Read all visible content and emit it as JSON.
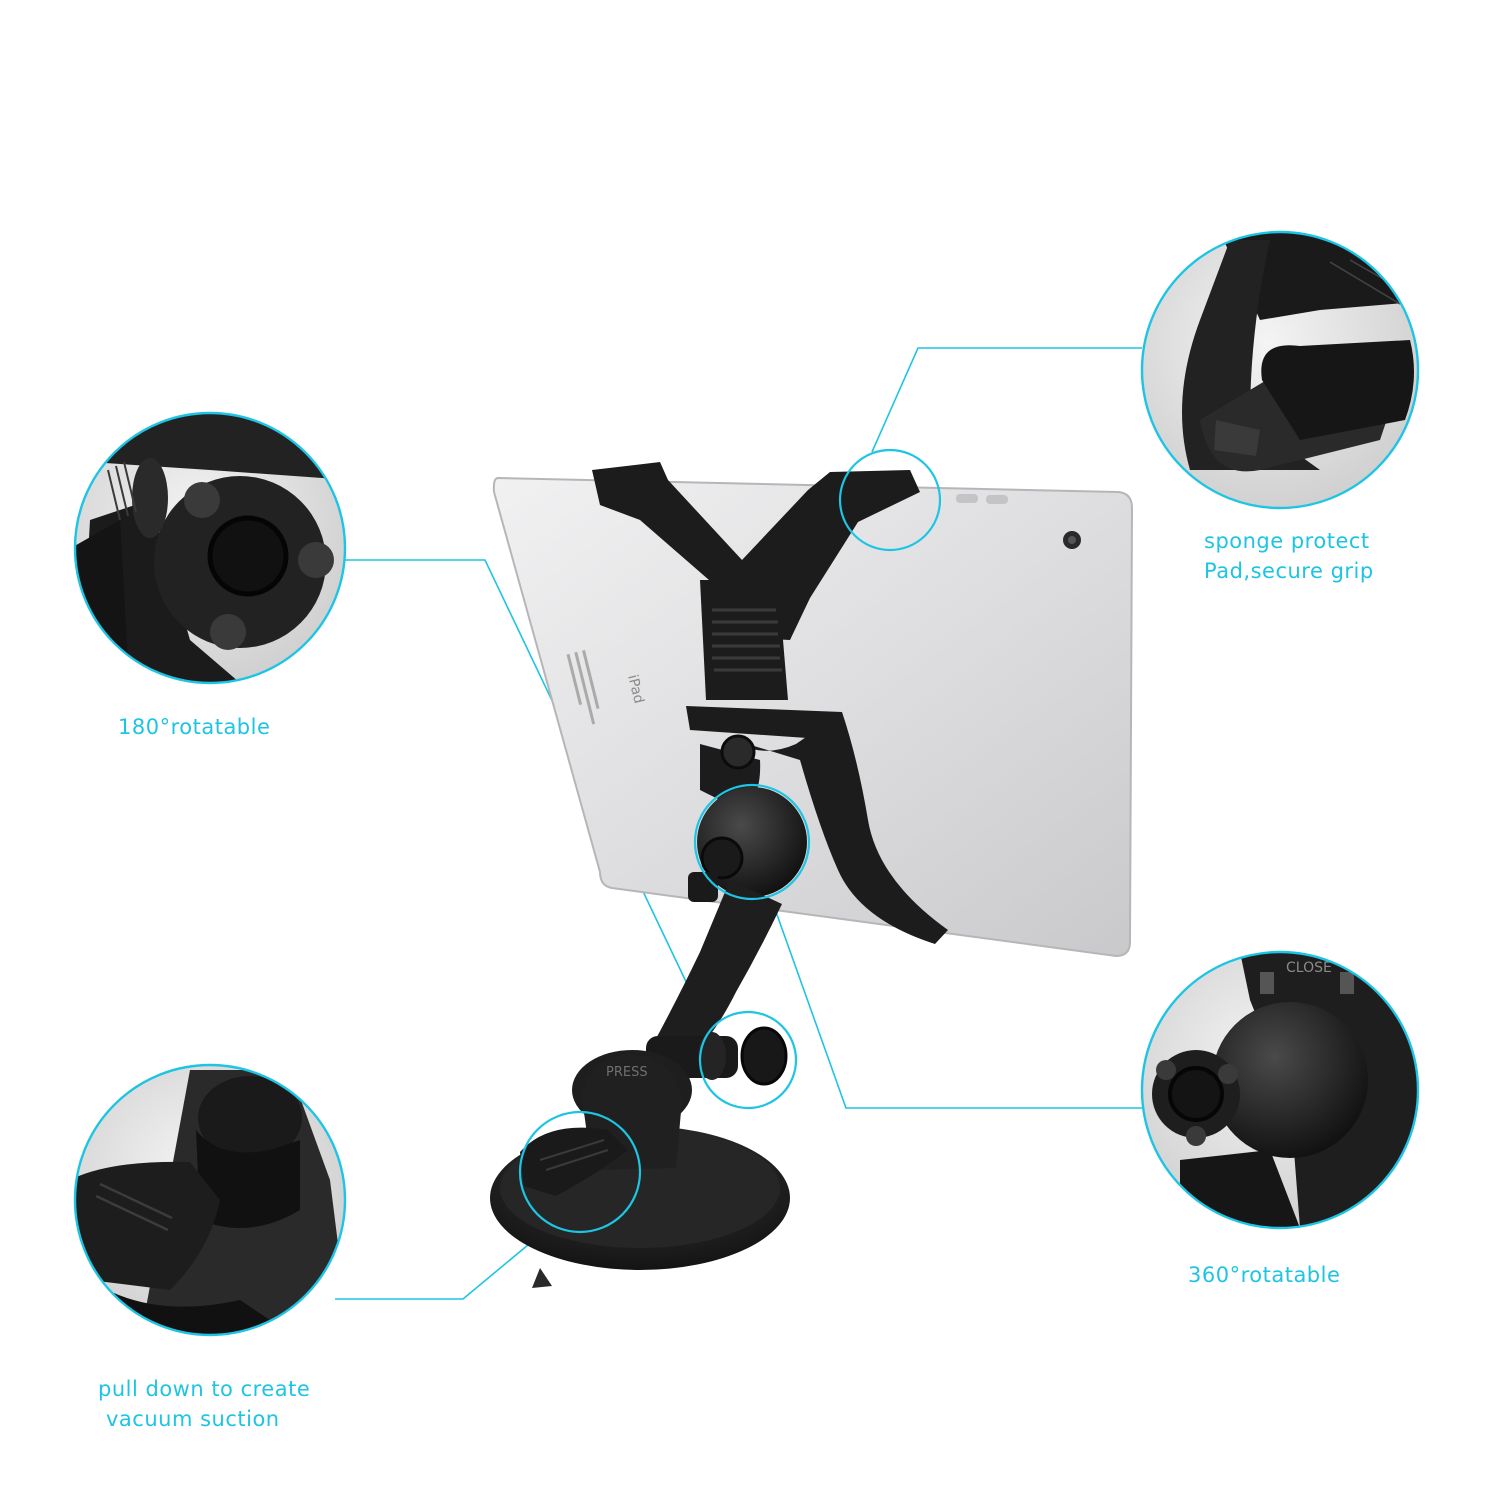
{
  "colors": {
    "accent": "#1ec4e4",
    "mount_black": "#1c1c1c",
    "tablet_silver": "#e3e3e5",
    "background": "#ffffff"
  },
  "callouts": {
    "knob_180": {
      "label": "180°rotatable"
    },
    "sponge_pad": {
      "line1": "sponge protect",
      "line2": "Pad,secure grip"
    },
    "knob_360": {
      "label": "360°rotatable"
    },
    "suction_lever": {
      "line1": "pull down to create",
      "line2": "vacuum suction"
    }
  },
  "product": {
    "tablet_model_text": "iPad",
    "lever_text": "PRESS",
    "ball_mount_text": "CLOSE"
  }
}
